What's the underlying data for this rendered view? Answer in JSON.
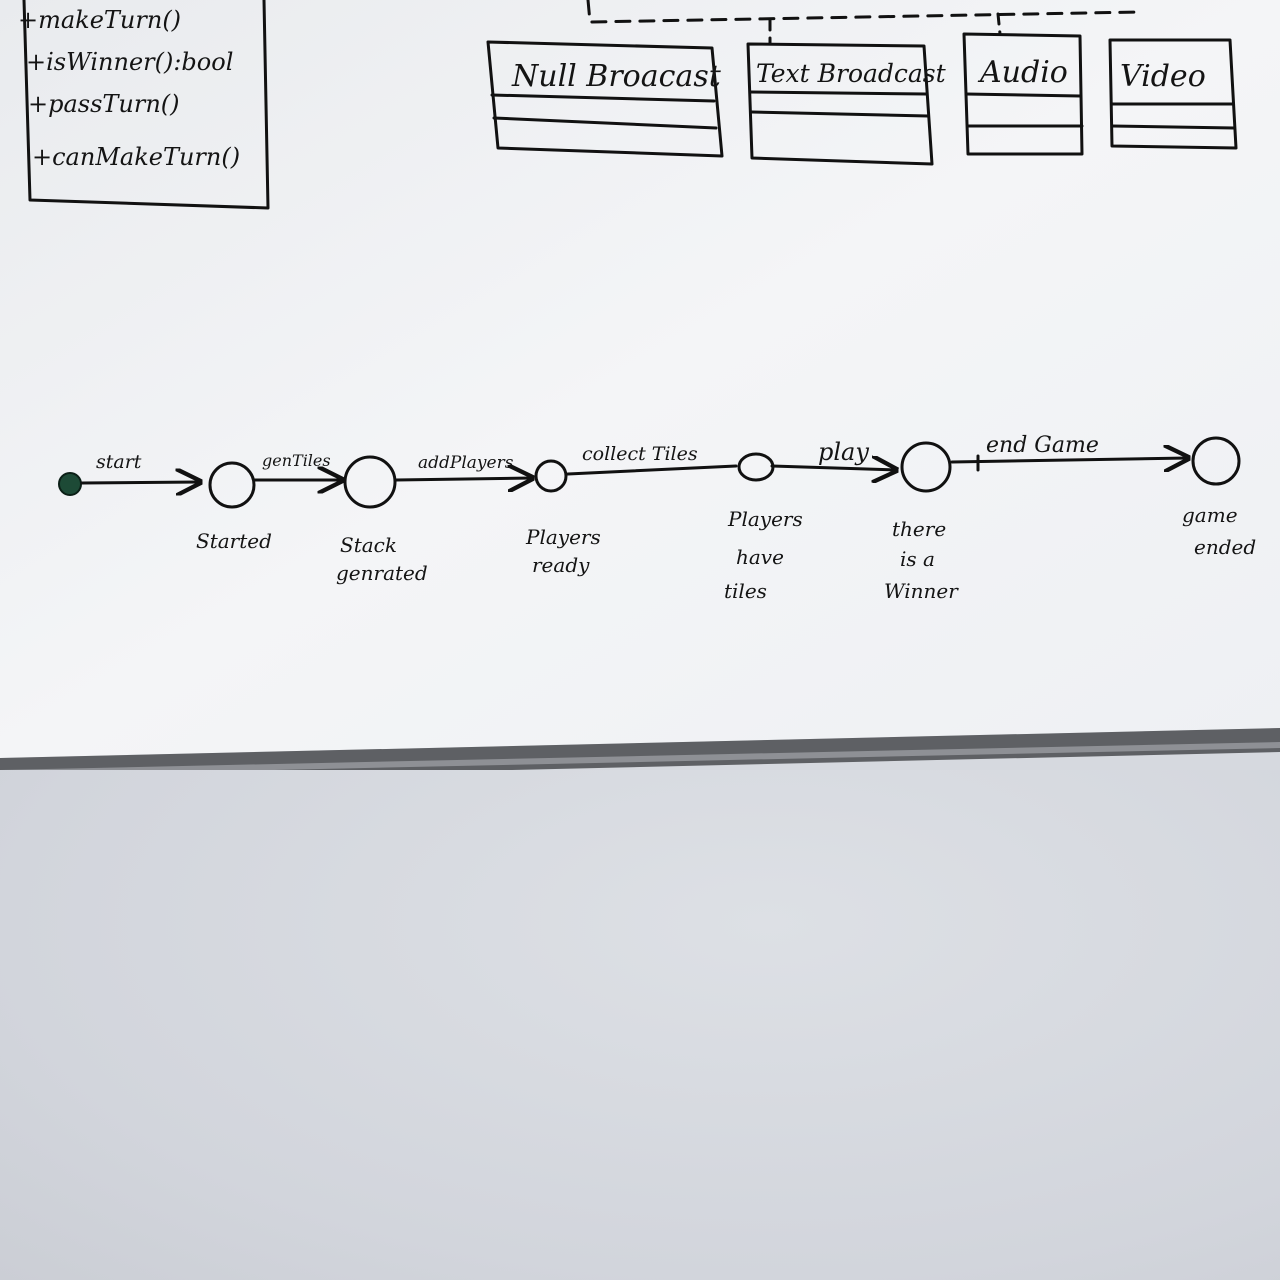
{
  "methods_box": {
    "methods": [
      "+makeTurn()",
      "+isWinner():bool",
      "+passTurn()",
      "+canMakeTurn()"
    ]
  },
  "classes": [
    "Null Broacast",
    "Text Broadcast",
    "Audio",
    "Video"
  ],
  "state_machine": {
    "transitions": [
      "start",
      "genTiles",
      "addPlayers",
      "collect Tiles",
      "play",
      "end Game"
    ],
    "states": [
      [
        "Started"
      ],
      [
        "Stack",
        "genrated"
      ],
      [
        "Players",
        "ready"
      ],
      [
        "Players",
        "have",
        "tiles"
      ],
      [
        "there",
        "is a",
        "Winner"
      ],
      [
        "game",
        "ended"
      ]
    ]
  },
  "colors": {
    "ink": "#111111",
    "board": "#f3f4f6",
    "frame": "#5e6064",
    "wall": "#d6d9df",
    "initial_node": "#1d4a36"
  }
}
